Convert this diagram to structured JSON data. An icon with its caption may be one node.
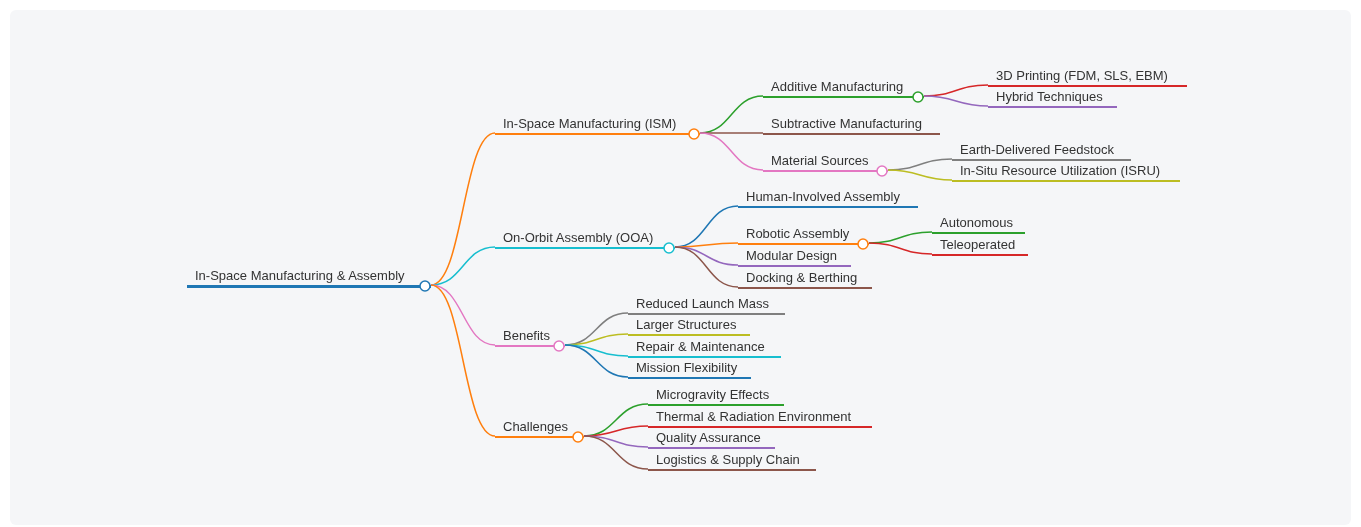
{
  "diagram": {
    "nodes": [
      {
        "text": [
          "In-Space Manufacturing & Assembly"
        ]
      },
      {
        "text": [
          "In-Space Manufacturing (ISM)"
        ]
      },
      {
        "text": [
          "Additive Manufacturing"
        ]
      },
      {
        "text": [
          "3D Printing (FDM, SLS, EBM)"
        ]
      },
      {
        "text": [
          "Hybrid Techniques"
        ]
      },
      {
        "text": [
          "Subtractive Manufacturing"
        ]
      },
      {
        "text": [
          "Material Sources"
        ]
      },
      {
        "text": [
          "Earth-Delivered Feedstock"
        ]
      },
      {
        "text": [
          "In-Situ Resource Utilization (ISRU)"
        ]
      },
      {
        "text": [
          "On-Orbit Assembly (OOA)"
        ]
      },
      {
        "text": [
          "Human-Involved Assembly"
        ]
      },
      {
        "text": [
          "Robotic Assembly"
        ]
      },
      {
        "text": [
          "Autonomous"
        ]
      },
      {
        "text": [
          "Teleoperated"
        ]
      },
      {
        "text": [
          "Modular Design"
        ]
      },
      {
        "text": [
          "Docking & Berthing"
        ]
      },
      {
        "text": [
          "Benefits"
        ]
      },
      {
        "text": [
          "Reduced Launch Mass"
        ]
      },
      {
        "text": [
          "Larger Structures"
        ]
      },
      {
        "text": [
          "Repair & Maintenance"
        ]
      },
      {
        "text": [
          "Mission Flexibility"
        ]
      },
      {
        "text": [
          "Challenges"
        ]
      },
      {
        "text": [
          "Microgravity Effects"
        ]
      },
      {
        "text": [
          "Thermal & Radiation Environment"
        ]
      },
      {
        "text": [
          "Quality Assurance"
        ]
      },
      {
        "text": [
          "Logistics & Supply Chain"
        ]
      }
    ],
    "edges": [
      {
        "from": 0,
        "to": 1,
        "arrow": "none",
        "color": "#ff7f0e"
      },
      {
        "from": 1,
        "to": 2,
        "arrow": "none",
        "color": "#2ca02c"
      },
      {
        "from": 2,
        "to": 3,
        "arrow": "none",
        "color": "#d62728"
      },
      {
        "from": 2,
        "to": 4,
        "arrow": "none",
        "color": "#9467bd"
      },
      {
        "from": 1,
        "to": 5,
        "arrow": "none",
        "color": "#8c564b"
      },
      {
        "from": 1,
        "to": 6,
        "arrow": "none",
        "color": "#e377c2"
      },
      {
        "from": 6,
        "to": 7,
        "arrow": "none",
        "color": "#7f7f7f"
      },
      {
        "from": 6,
        "to": 8,
        "arrow": "none",
        "color": "#bcbd22"
      },
      {
        "from": 0,
        "to": 9,
        "arrow": "none",
        "color": "#17becf"
      },
      {
        "from": 9,
        "to": 10,
        "arrow": "none",
        "color": "#1f77b4"
      },
      {
        "from": 9,
        "to": 11,
        "arrow": "none",
        "color": "#ff7f0e"
      },
      {
        "from": 11,
        "to": 12,
        "arrow": "none",
        "color": "#2ca02c"
      },
      {
        "from": 11,
        "to": 13,
        "arrow": "none",
        "color": "#d62728"
      },
      {
        "from": 9,
        "to": 14,
        "arrow": "none",
        "color": "#9467bd"
      },
      {
        "from": 9,
        "to": 15,
        "arrow": "none",
        "color": "#8c564b"
      },
      {
        "from": 0,
        "to": 16,
        "arrow": "none",
        "color": "#e377c2"
      },
      {
        "from": 16,
        "to": 17,
        "arrow": "none",
        "color": "#7f7f7f"
      },
      {
        "from": 16,
        "to": 18,
        "arrow": "none",
        "color": "#bcbd22"
      },
      {
        "from": 16,
        "to": 19,
        "arrow": "none",
        "color": "#17becf"
      },
      {
        "from": 16,
        "to": 20,
        "arrow": "none",
        "color": "#1f77b4"
      },
      {
        "from": 0,
        "to": 21,
        "arrow": "none",
        "color": "#ff7f0e"
      },
      {
        "from": 21,
        "to": 22,
        "arrow": "none",
        "color": "#2ca02c"
      },
      {
        "from": 21,
        "to": 23,
        "arrow": "none",
        "color": "#d62728"
      },
      {
        "from": 21,
        "to": 24,
        "arrow": "none",
        "color": "#9467bd"
      },
      {
        "from": 21,
        "to": 25,
        "arrow": "none",
        "color": "#8c564b"
      }
    ]
  }
}
